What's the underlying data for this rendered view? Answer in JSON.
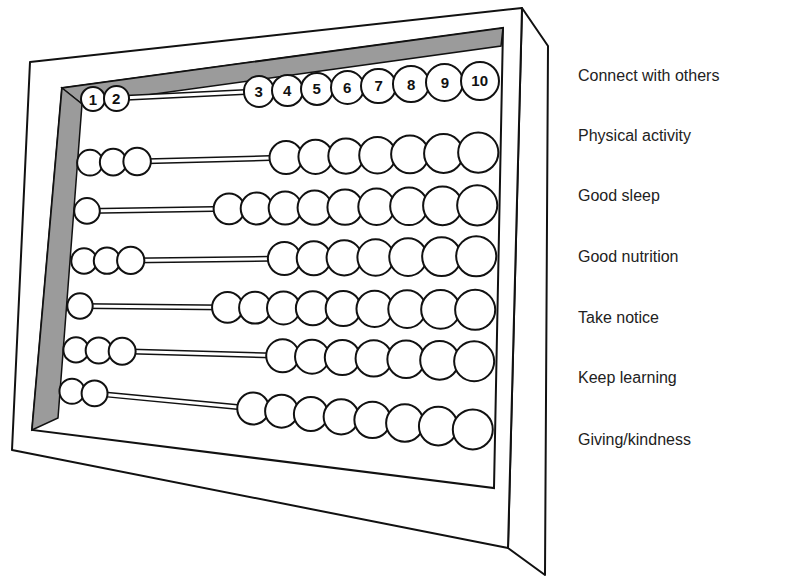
{
  "diagram": {
    "nodes": [
      {
        "text": [
          "1"
        ]
      },
      {
        "text": [
          "2"
        ]
      },
      {
        "text": [
          "3"
        ]
      },
      {
        "text": [
          "4"
        ]
      },
      {
        "text": [
          "5"
        ]
      },
      {
        "text": [
          "6"
        ]
      },
      {
        "text": [
          "7"
        ]
      },
      {
        "text": [
          "8"
        ]
      },
      {
        "text": [
          "9"
        ]
      },
      {
        "text": [
          "10"
        ]
      }
    ],
    "labels": [
      "Connect with others",
      "Physical activity",
      "Good sleep",
      "Good nutrition",
      "Take notice",
      "Keep learning",
      "Giving/kindness"
    ]
  }
}
